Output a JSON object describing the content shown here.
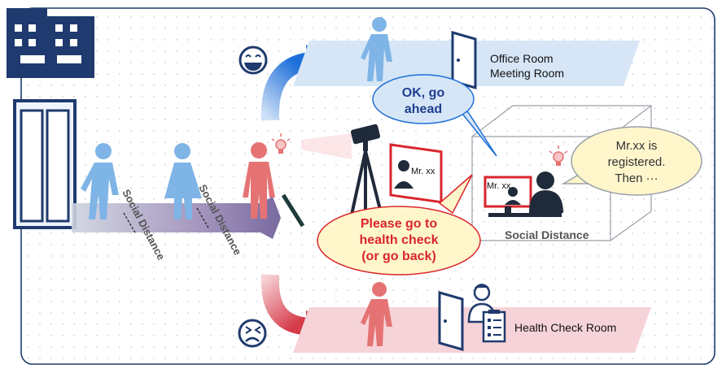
{
  "destinations": {
    "office_room": "Office Room",
    "meeting_room": "Meeting Room",
    "health_check_room": "Health Check Room"
  },
  "bubbles": {
    "ok_line1": "OK, go",
    "ok_line2": "ahead",
    "health_line1": "Please go to",
    "health_line2": "health check",
    "health_line3": "(or go back)",
    "registered_line1": "Mr.xx is",
    "registered_line2": "registered.",
    "registered_line3": "Then ···"
  },
  "monitor_name": "Mr. xx",
  "desk_monitor_name": "Mr. xx",
  "social_distance_1": "Social Distance",
  "social_distance_2": "Social Distance",
  "social_distance_room": "Social Distance",
  "colors": {
    "navy": "#1f3a6e",
    "blue_person": "#7fb4e6",
    "red_person": "#e57373",
    "band_blue": "#d6e6f7",
    "band_pink": "#f6d3d8",
    "bubble_fill": "#fff6cc",
    "bubble_red_text": "#d9262b",
    "bubble_blue_text": "#1f3f8f"
  }
}
